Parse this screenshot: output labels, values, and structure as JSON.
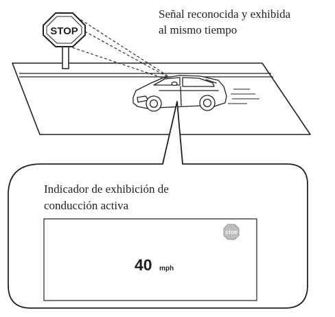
{
  "annotation": {
    "line1": "Señal reconocida y exhibida",
    "line2": "al mismo tiempo"
  },
  "stop_sign": {
    "text": "STOP"
  },
  "callout": {
    "line1": "Indicador de exhibición de",
    "line2": "conducción activa"
  },
  "display": {
    "stop_icon_text": "STOP",
    "speed_value": "40",
    "speed_unit": "mph"
  }
}
